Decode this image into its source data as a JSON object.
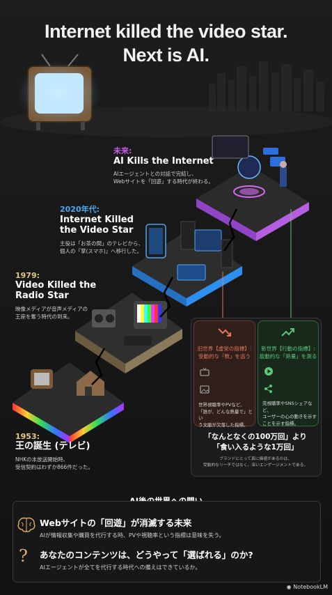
{
  "title": {
    "line1": "Internet killed the video star.",
    "line2": "Next is AI."
  },
  "eras": [
    {
      "year": "未来:",
      "heading": "AI Kills the Internet",
      "desc1": "AIエージェントとの対話で完結し、",
      "desc2": "Webサイトを「回遊」する時代が終わる。"
    },
    {
      "year": "2020年代:",
      "heading1": "Internet Killed",
      "heading2": "the Video Star",
      "desc1": "主役は「お茶の間」のテレビから、",
      "desc2": "個人の「掌(スマホ)」へ移行した。"
    },
    {
      "year": "1979:",
      "heading1": "Video Killed the",
      "heading2": "Radio Star",
      "desc1": "映像メディアが音声メディアの",
      "desc2": "王座を奪う時代の到来。"
    },
    {
      "year": "1953:",
      "heading": "王の誕生 (テレビ)",
      "desc1": "NHKの本放送開始時、",
      "desc2": "受信契約はわずか866件だった。"
    }
  ],
  "old_metric": {
    "title1": "旧世界【虚栄の指標】:",
    "title2": "受動的な「数」を追う",
    "body1": "世界視聴率やPVなど、",
    "body2": "「誰が、どんな熱量で」とい",
    "body3": "う文脈が欠落した指標。"
  },
  "new_metric": {
    "title1": "新世界【行動の指標】:",
    "title2": "能動的な「熱量」を測る",
    "body1": "完視聴率やSNSシェアなど、",
    "body2": "ユーザーの心の動きを示す",
    "body3": "ことを示す指標。"
  },
  "quote": {
    "line1": "「なんとなくの100万回」より",
    "line2": "「食い入るような1万回」",
    "sub1": "ブランドにとって真に価値があるのは、",
    "sub2": "受動的なリーチではなく、深いエンゲージメントである。"
  },
  "questions": {
    "title": "AI後の世界への問い",
    "items": [
      {
        "q": "Webサイトの「回遊」が消滅する未来",
        "sub": "AIが情報収集や購買を代行する時、PVや視聴率という指標は意味を失う。"
      },
      {
        "q": "あなたのコンテンツは、どうやって「選ばれる」のか?",
        "sub": "AIエージェントが全てを代行する時代への備えはできているか。"
      }
    ]
  },
  "branding": {
    "label": "NotebookLM"
  },
  "colors": {
    "future": "#c65be8",
    "era2020": "#4ea6ee",
    "era1979": "#e1c68c",
    "era1953": "#e8c98a",
    "old": "#e2785a",
    "new": "#5cc77c"
  }
}
